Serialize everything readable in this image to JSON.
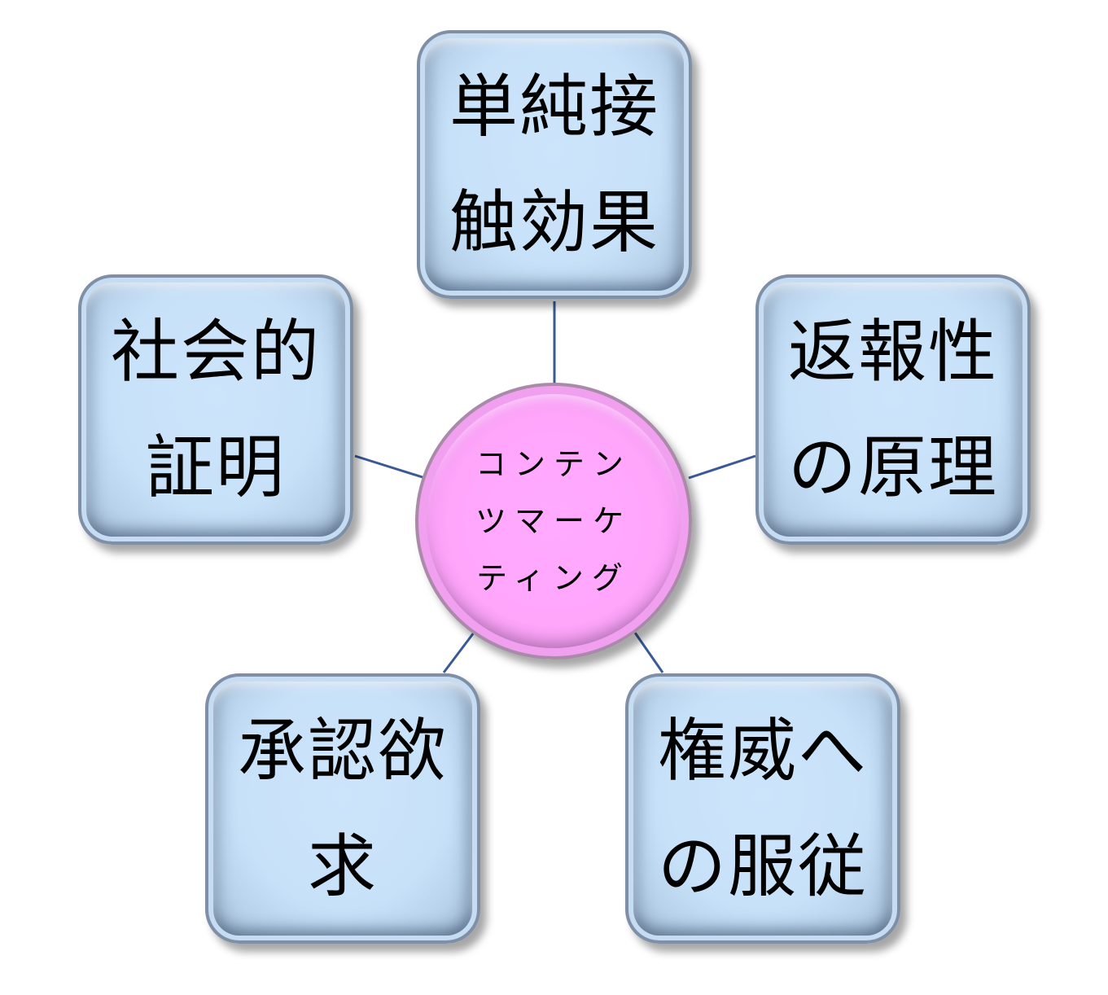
{
  "center": {
    "lines": [
      "コンテン",
      "ツマーケ",
      "ティング"
    ]
  },
  "nodes": {
    "top": {
      "lines": [
        "単純接",
        "触効果"
      ]
    },
    "left": {
      "lines": [
        "社会的",
        "証明"
      ]
    },
    "right": {
      "lines": [
        "返報性",
        "の原理"
      ]
    },
    "bottom_left": {
      "lines": [
        "承認欲",
        "求"
      ]
    },
    "bottom_right": {
      "lines": [
        "権威へ",
        "の服従"
      ]
    }
  },
  "colors": {
    "node_fill": "#c7e1f9",
    "center_fill": "#ffa6fb",
    "connector": "#3a5a96",
    "text": "#000000"
  }
}
